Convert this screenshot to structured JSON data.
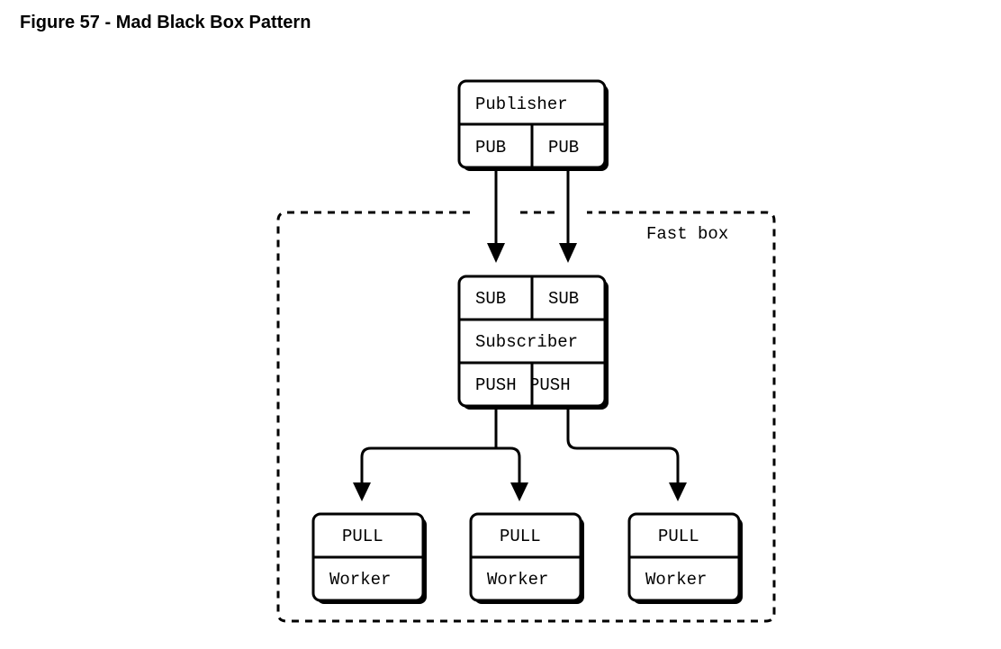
{
  "figure": {
    "title": "Figure 57 - Mad Black Box Pattern"
  },
  "diagram": {
    "fast_box_label": "Fast box",
    "publisher": {
      "name": "Publisher",
      "sockets": [
        "PUB",
        "PUB"
      ]
    },
    "subscriber": {
      "name": "Subscriber",
      "in_sockets": [
        "SUB",
        "SUB"
      ],
      "out_sockets": [
        "PUSH",
        "PUSH"
      ]
    },
    "workers": [
      {
        "socket": "PULL",
        "name": "Worker"
      },
      {
        "socket": "PULL",
        "name": "Worker"
      },
      {
        "socket": "PULL",
        "name": "Worker"
      }
    ]
  }
}
